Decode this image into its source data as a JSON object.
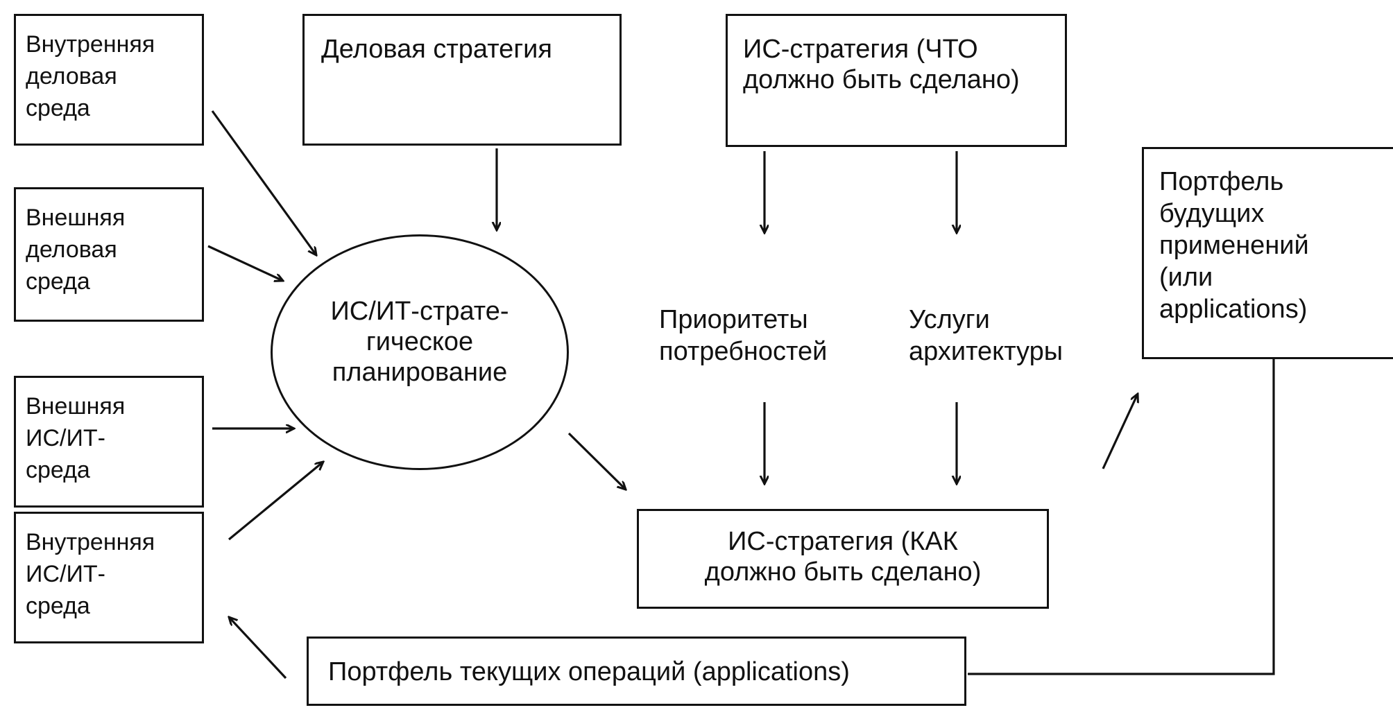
{
  "nodes": {
    "internal_business_env": "Внутренняя\nделовая\nсреда",
    "external_business_env": "Внешняя\nделовая\nсреда",
    "external_isit_env": "Внешняя\nИС/ИТ-\nсреда",
    "internal_isit_env": "Внутренняя\nИС/ИТ-\nсреда",
    "business_strategy": "Деловая стратегия",
    "is_strategy_what": "ИС-стратегия (ЧТО\nдолжно быть сделано)",
    "isit_planning": "ИС/ИТ-страте-\nгическое\nпланирование",
    "needs_priorities": "Приоритеты\nпотребностей",
    "architecture_services": "Услуги\nархитектуры",
    "future_portfolio": "Портфель\nбудущих\nприменений\n(или\napplications)",
    "is_strategy_how": "ИС-стратегия (КАК\nдолжно быть сделано)",
    "current_portfolio": "Портфель текущих операций (applications)"
  }
}
